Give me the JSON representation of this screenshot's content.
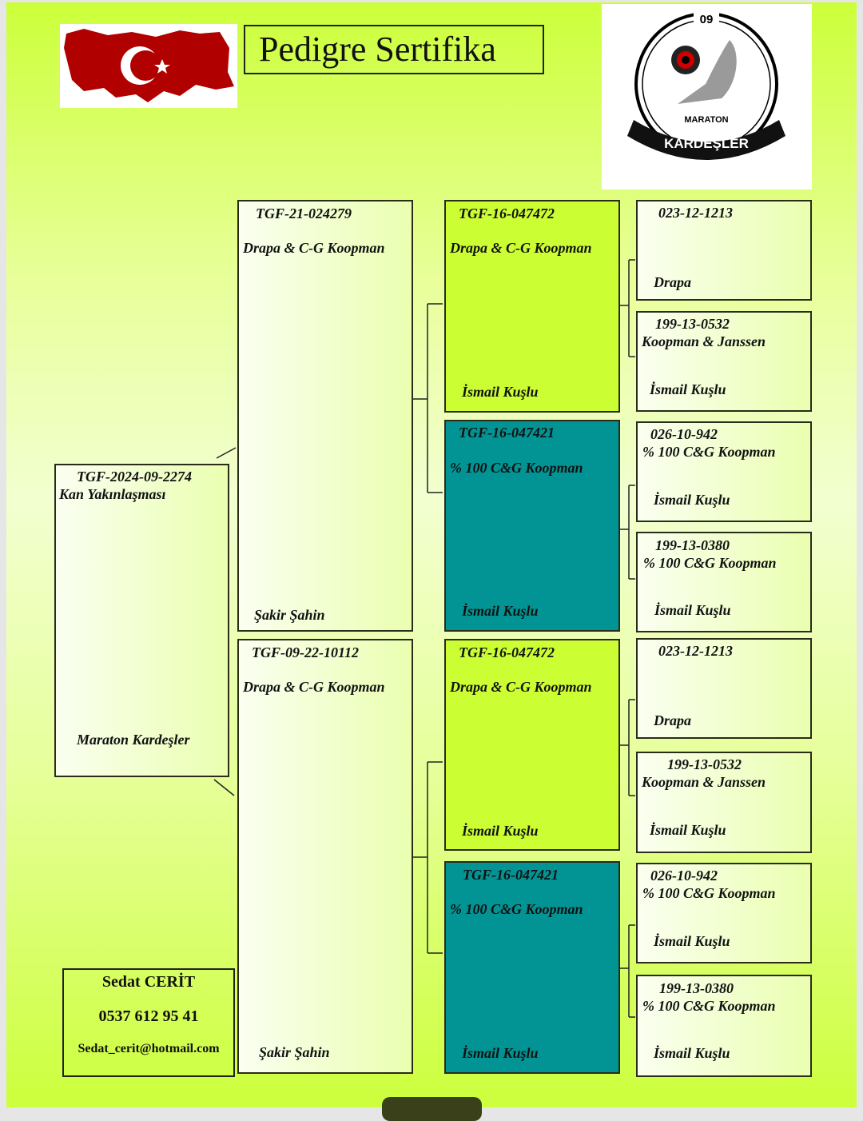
{
  "title": "Pedigre Sertifika",
  "logo": {
    "number": "09",
    "top": "MARATON",
    "bottom": "KARDEŞLER"
  },
  "subject": {
    "ring": "TGF-2024-09-2274",
    "name": "Kan Yakınlaşması",
    "owner": "Maraton Kardeşler"
  },
  "parents": [
    {
      "ring": "TGF-21-024279",
      "name": "Drapa & C-G Koopman",
      "owner": "Şakir Şahin"
    },
    {
      "ring": "TGF-09-22-10112",
      "name": "Drapa & C-G Koopman",
      "owner": "Şakir Şahin"
    }
  ],
  "grandparents": [
    {
      "ring": "TGF-16-047472",
      "name": "Drapa & C-G Koopman",
      "owner": "İsmail Kuşlu"
    },
    {
      "ring": "TGF-16-047421",
      "name": "% 100 C&G Koopman",
      "owner": "İsmail Kuşlu"
    },
    {
      "ring": "TGF-16-047472",
      "name": "Drapa & C-G Koopman",
      "owner": "İsmail Kuşlu"
    },
    {
      "ring": "TGF-16-047421",
      "name": "% 100 C&G Koopman",
      "owner": "İsmail Kuşlu"
    }
  ],
  "great_grandparents": [
    {
      "ring": "023-12-1213",
      "name": "Drapa",
      "owner": ""
    },
    {
      "ring": "199-13-0532",
      "name": "Koopman & Janssen",
      "owner": "İsmail Kuşlu"
    },
    {
      "ring": "026-10-942",
      "name": "% 100 C&G Koopman",
      "owner": "İsmail Kuşlu"
    },
    {
      "ring": "199-13-0380",
      "name": "% 100 C&G Koopman",
      "owner": "İsmail Kuşlu"
    },
    {
      "ring": "023-12-1213",
      "name": "Drapa",
      "owner": ""
    },
    {
      "ring": "199-13-0532",
      "name": "Koopman & Janssen",
      "owner": "İsmail Kuşlu"
    },
    {
      "ring": "026-10-942",
      "name": "% 100 C&G Koopman",
      "owner": "İsmail Kuşlu"
    },
    {
      "ring": "199-13-0380",
      "name": "% 100 C&G Koopman",
      "owner": "İsmail Kuşlu"
    }
  ],
  "contact": {
    "name": "Sedat CERİT",
    "phone": "0537 612 95 41",
    "email": "Sedat_cerit@hotmail.com"
  },
  "colors": {
    "lime": "#ccff33",
    "teal": "#029494"
  }
}
